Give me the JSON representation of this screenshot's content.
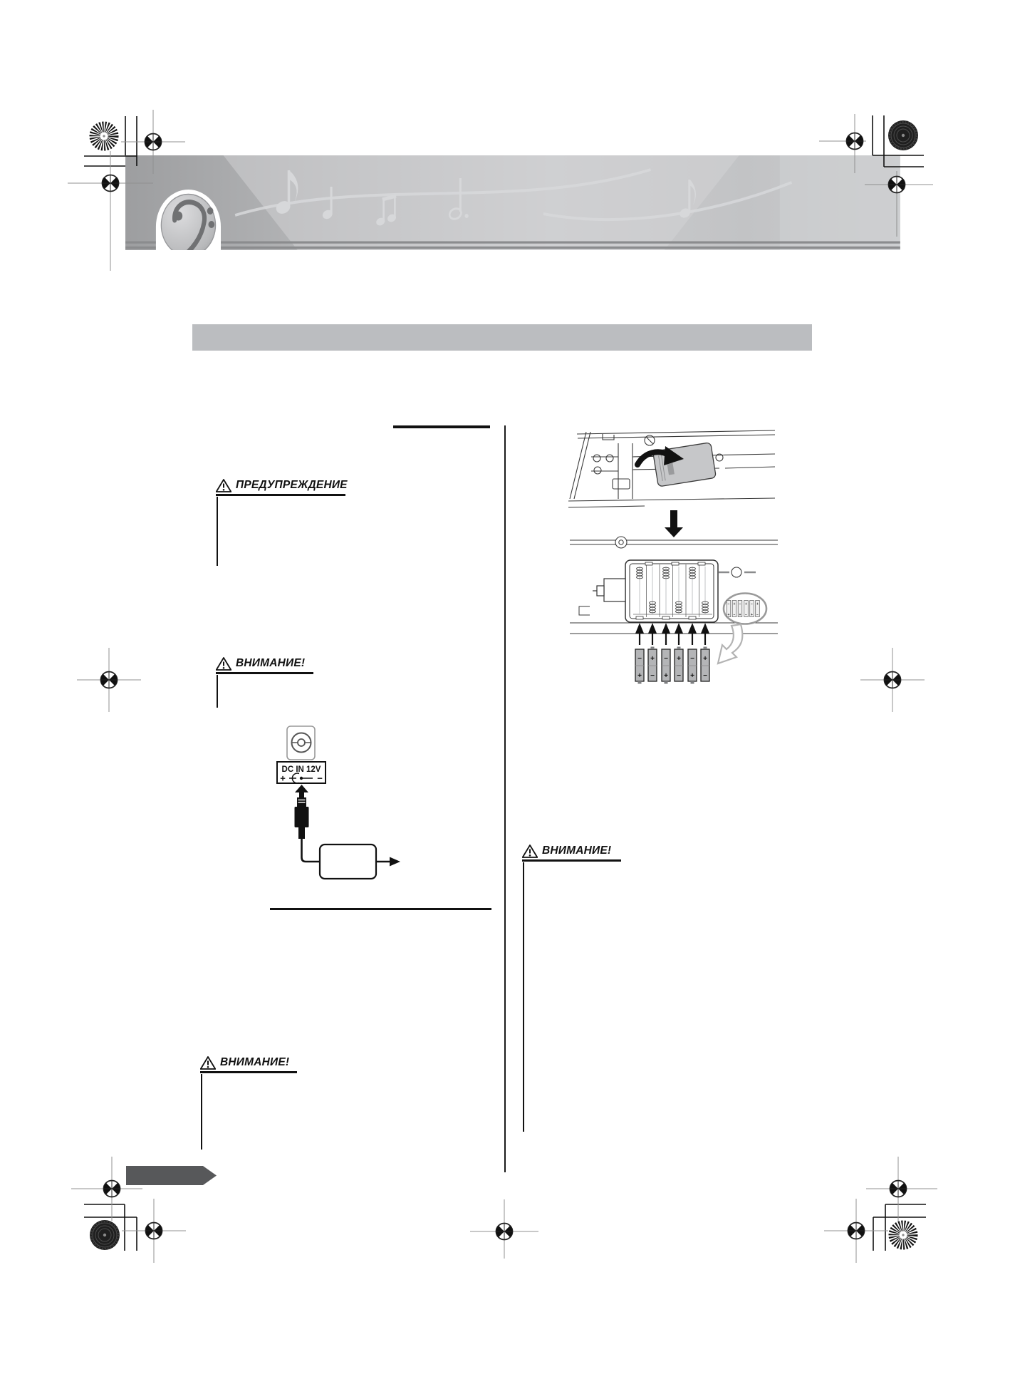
{
  "warnings": {
    "items": [
      {
        "label": "ПРЕДУПРЕЖДЕНИЕ"
      },
      {
        "label": "ВНИМАНИЕ!"
      },
      {
        "label": "ВНИМАНИЕ!"
      },
      {
        "label": "ВНИМАНИЕ!"
      }
    ]
  },
  "dc": {
    "jack_label": "DC IN 12V",
    "plus": "+",
    "minus": "−"
  },
  "batt": {
    "cells": [
      {
        "top": "−",
        "bottom": "+"
      },
      {
        "top": "+",
        "bottom": "−"
      },
      {
        "top": "−",
        "bottom": "+"
      },
      {
        "top": "+",
        "bottom": "−"
      },
      {
        "top": "−",
        "bottom": "+"
      },
      {
        "top": "+",
        "bottom": "−"
      }
    ]
  },
  "icons": {
    "warning": "triangle-exclamation",
    "registration": "crosshair",
    "clef": "bass-clef"
  },
  "colors": {
    "section_bar": "#bbbdc0",
    "banner_mid": "#c8c9cb",
    "banner_line": "#8b8c8e",
    "battery_fill": "#b4b5b7",
    "tab": "#57585a"
  }
}
